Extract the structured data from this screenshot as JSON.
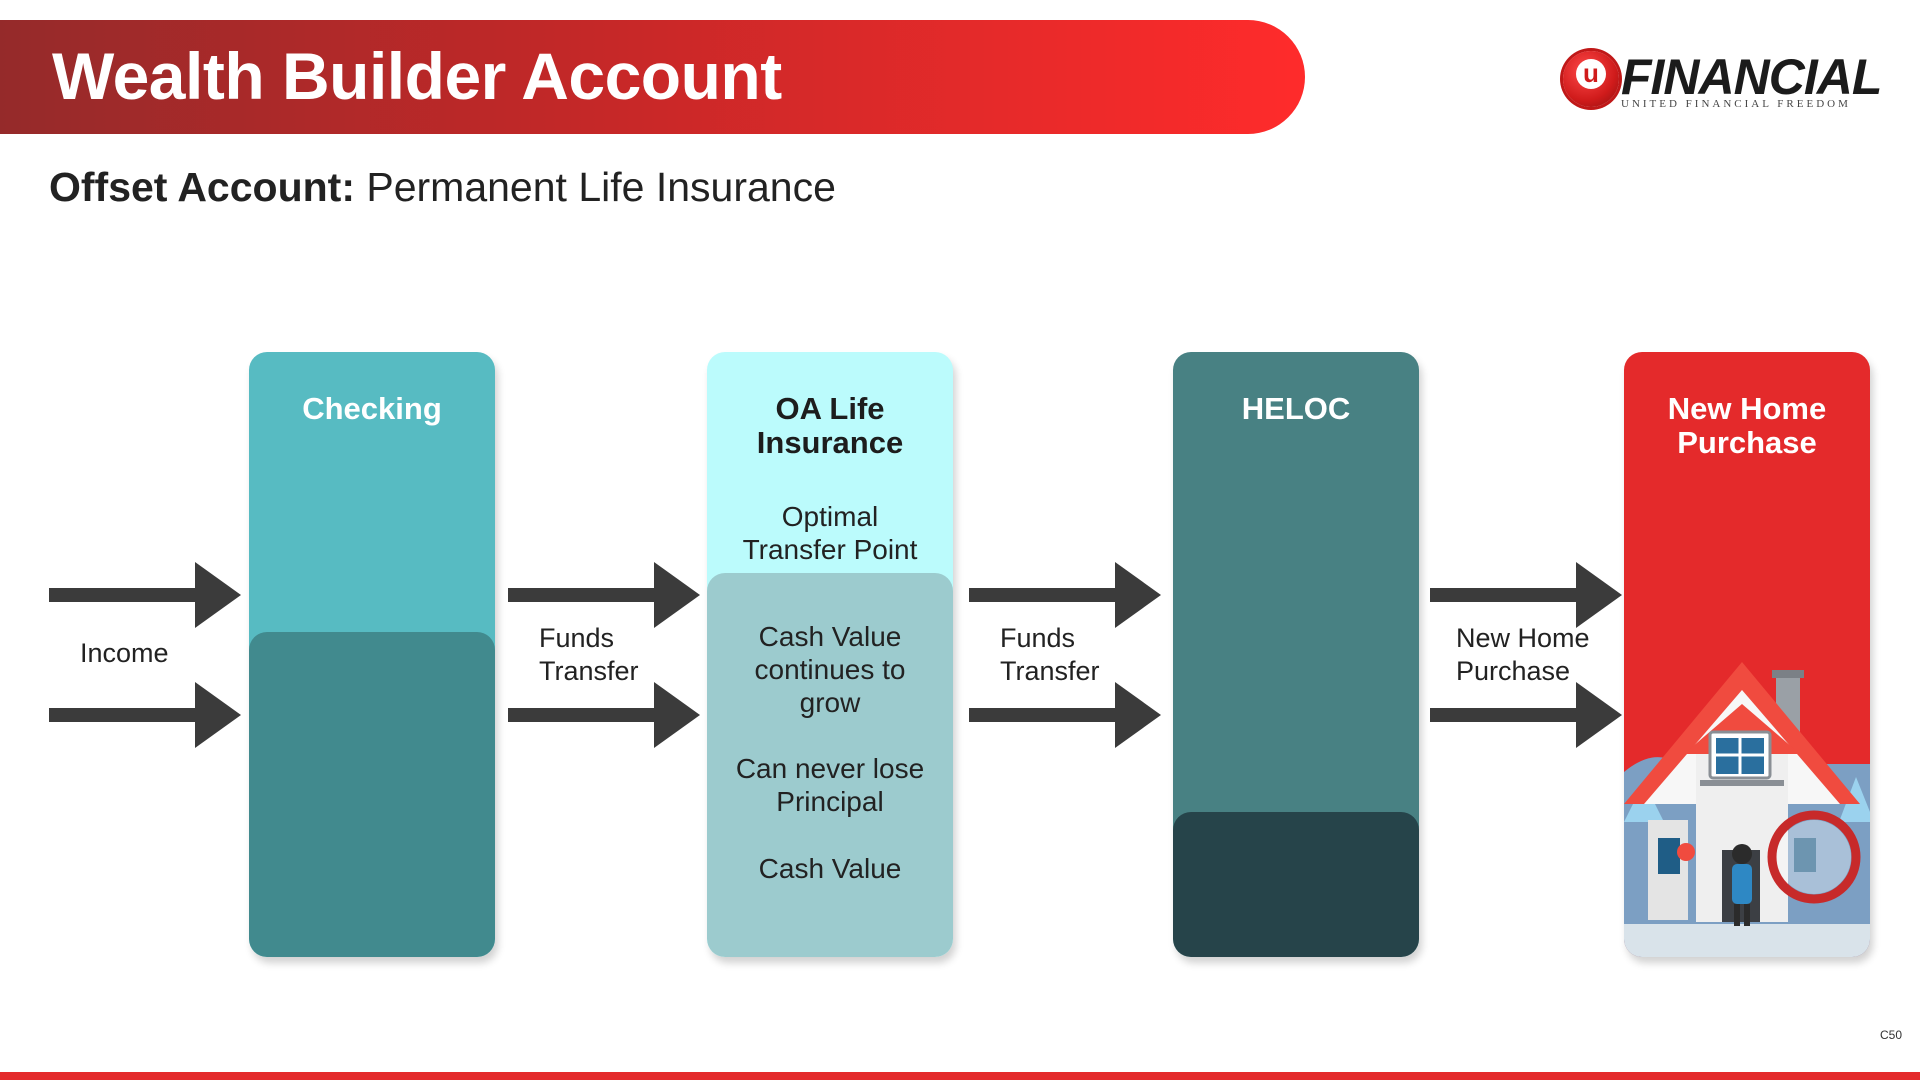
{
  "header": {
    "title": "Wealth Builder Account",
    "logo": {
      "mark": "u",
      "word": "FINANCIAL",
      "tagline": "UNITED FINANCIAL FREEDOM"
    }
  },
  "subtitle": {
    "bold": "Offset Account:",
    "normal": " Permanent Life Insurance"
  },
  "columns": [
    {
      "title": "Checking",
      "texts": []
    },
    {
      "title": "OA Life Insurance",
      "texts": [
        "Optimal Transfer Point",
        "Cash Value continues to grow",
        "Can never lose Principal",
        "Cash Value"
      ]
    },
    {
      "title": "HELOC",
      "texts": []
    },
    {
      "title": "New Home Purchase",
      "texts": [],
      "icon": "house-illustration-icon"
    }
  ],
  "flows": [
    {
      "label": "Income"
    },
    {
      "label": "Funds Transfer"
    },
    {
      "label": "Funds Transfer"
    },
    {
      "label": "New Home Purchase"
    }
  ],
  "footer": {
    "code": "C50"
  },
  "colors": {
    "accent_red": "#e42a2b",
    "teal_light": "#57bbc2",
    "teal_dark": "#418a8e",
    "aqua": "#bbfbfc",
    "aqua_dark": "#9ccbce",
    "heloc": "#488183",
    "heloc_dark": "#26444a",
    "arrow": "#3b3b3b"
  }
}
